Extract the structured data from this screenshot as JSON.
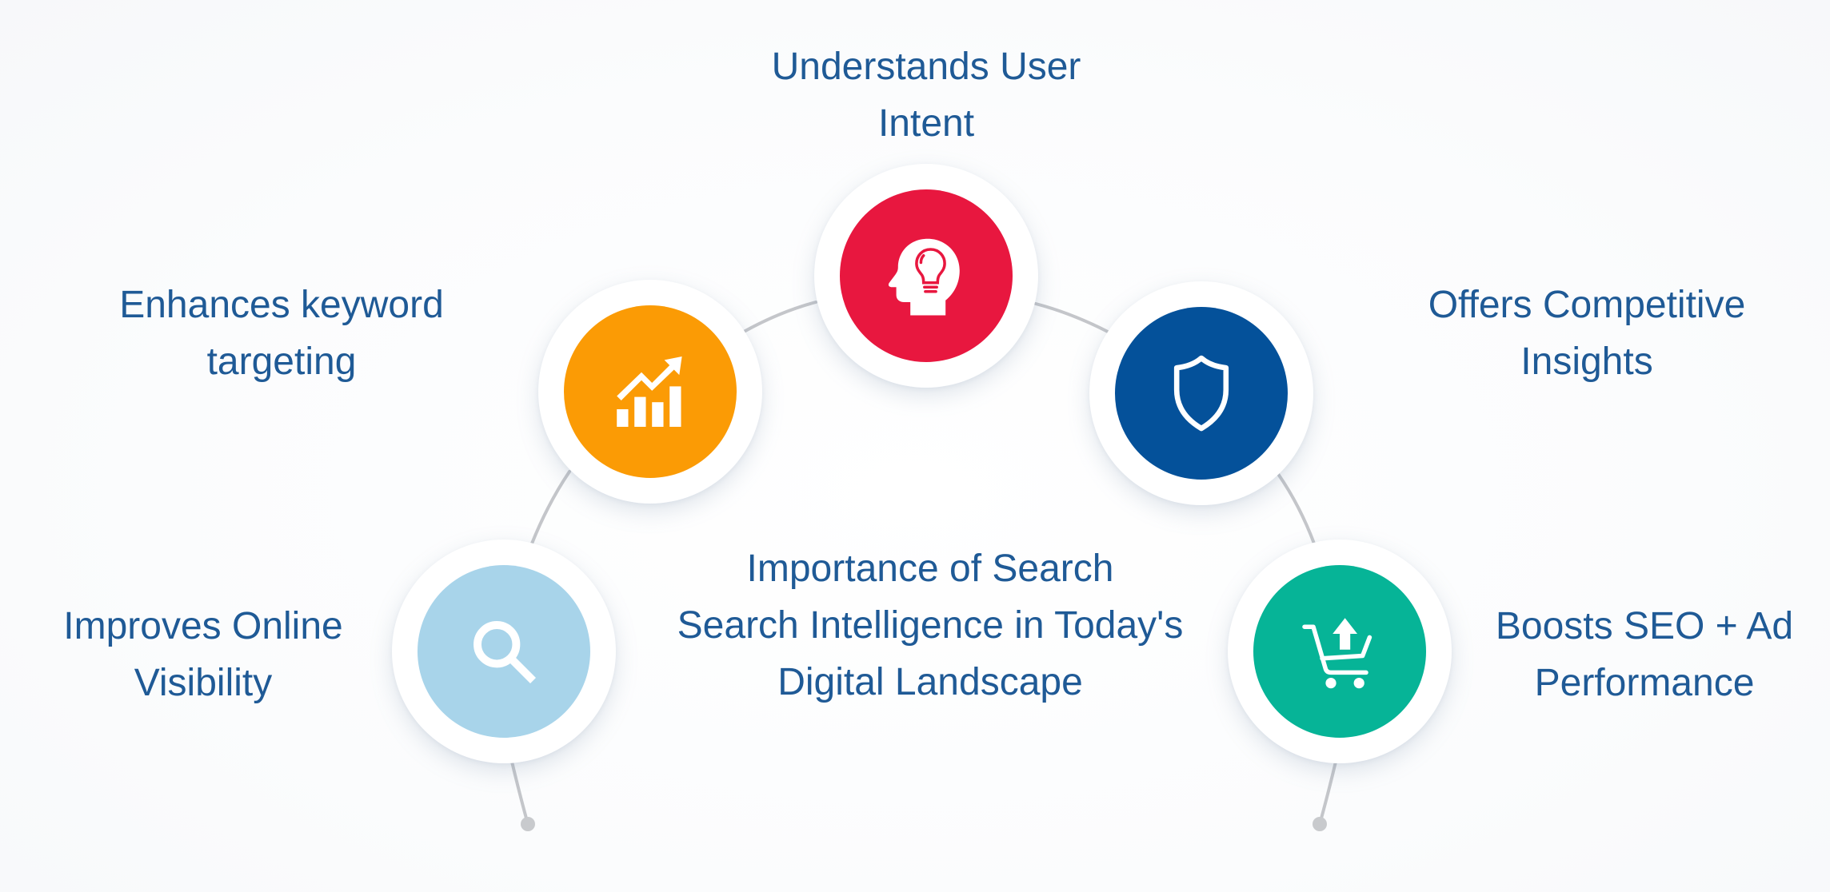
{
  "diagram": {
    "title": {
      "lines": [
        "Importance of Search",
        "Search Intelligence in Today's",
        "Digital Landscape"
      ]
    },
    "text_color": "#1f5a96",
    "connector_color": "#c4c6ca",
    "nodes": [
      {
        "id": "understands-user-intent",
        "label_lines": [
          "Understands User",
          "Intent"
        ],
        "color": "#e8173f",
        "icon": "head-lightbulb-icon"
      },
      {
        "id": "enhances-keyword-targeting",
        "label_lines": [
          "Enhances keyword",
          "targeting"
        ],
        "color": "#fb9b05",
        "icon": "growth-chart-icon"
      },
      {
        "id": "offers-competitive-insights",
        "label_lines": [
          "Offers Competitive",
          "Insights"
        ],
        "color": "#04519a",
        "icon": "shield-icon"
      },
      {
        "id": "improves-online-visibility",
        "label_lines": [
          "Improves Online",
          "Visibility"
        ],
        "color": "#a8d4ea",
        "icon": "search-icon"
      },
      {
        "id": "boosts-seo-ad-performance",
        "label_lines": [
          "Boosts SEO + Ad",
          "Performance"
        ],
        "color": "#06b497",
        "icon": "cart-upload-icon"
      }
    ]
  }
}
